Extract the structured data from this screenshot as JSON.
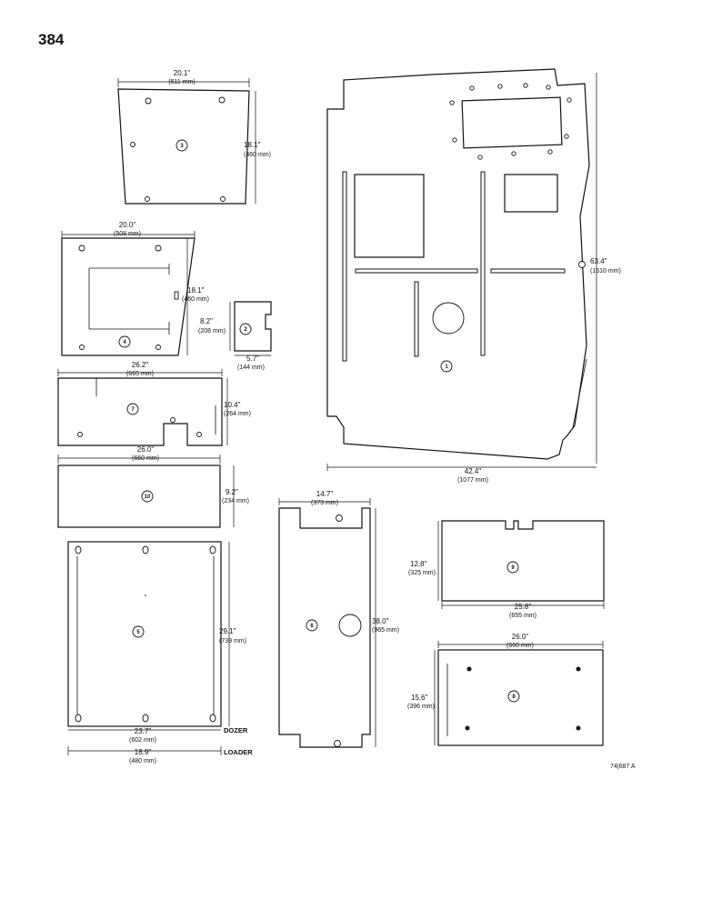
{
  "page_number": "384",
  "figure_id": "74|687 A",
  "panels": {
    "p1": {
      "number": "1",
      "width_in": "42.4\"",
      "width_mm": "(1077 mm)",
      "height_in": "63.4\"",
      "height_mm": "(1610 mm)"
    },
    "p2": {
      "number": "2",
      "width_in": "5.7\"",
      "width_mm": "(144 mm)",
      "height_in": "8.2\"",
      "height_mm": "(208 mm)"
    },
    "p3": {
      "number": "3",
      "width_in": "20.1\"",
      "width_mm": "(511 mm)",
      "height_in": "18.1\"",
      "height_mm": "(460 mm)"
    },
    "p4": {
      "number": "4",
      "width_in": "20.0\"",
      "width_mm": "(508 mm)",
      "height_in": "18.1\"",
      "height_mm": "(460 mm)"
    },
    "p5": {
      "number": "5",
      "height_in": "29.1\"",
      "height_mm": "(739 mm)",
      "dozer_width_in": "23.7\"",
      "dozer_width_mm": "(602 mm)",
      "dozer_label": "DOZER",
      "loader_width_in": "18.9\"",
      "loader_width_mm": "(480 mm)",
      "loader_label": "LOADER"
    },
    "p6": {
      "number": "6",
      "width_in": "14.7\"",
      "width_mm": "(373 mm)",
      "height_in": "38.0\"",
      "height_mm": "(965 mm)"
    },
    "p7": {
      "number": "7",
      "width_in": "26.2\"",
      "width_mm": "(665 mm)",
      "height_in": "10.4\"",
      "height_mm": "(264 mm)"
    },
    "p8": {
      "number": "8",
      "width_in": "26.0\"",
      "width_mm": "(660 mm)",
      "height_in": "15.6\"",
      "height_mm": "(396 mm)"
    },
    "p9": {
      "number": "9",
      "width_in": "25.8\"",
      "width_mm": "(655 mm)",
      "height_in": "12.8\"",
      "height_mm": "(325 mm)"
    },
    "p10": {
      "number": "10",
      "width_in": "26.0\"",
      "width_mm": "(660 mm)",
      "height_in": "9.2\"",
      "height_mm": "(234 mm)"
    }
  }
}
